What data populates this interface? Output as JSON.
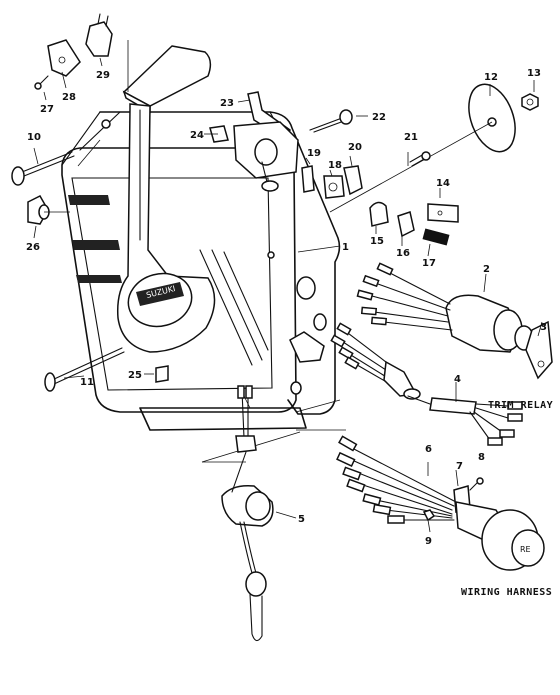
{
  "diagram": {
    "callouts": {
      "trim_relay": "TRIM RELAY",
      "wiring_harness": "WIRING HARNESS"
    },
    "part_numbers": {
      "p1": "1",
      "p2": "2",
      "p3": "3",
      "p4": "4",
      "p5": "5",
      "p6": "6",
      "p7": "7",
      "p8": "8",
      "p9": "9",
      "p10": "10",
      "p11": "11",
      "p12": "12",
      "p13": "13",
      "p14": "14",
      "p15": "15",
      "p16": "16",
      "p17": "17",
      "p18": "18",
      "p19": "19",
      "p20": "20",
      "p21": "21",
      "p22": "22",
      "p23": "23",
      "p24": "24",
      "p25": "25",
      "p26": "26",
      "p27": "27",
      "p28": "28",
      "p29": "29"
    }
  }
}
